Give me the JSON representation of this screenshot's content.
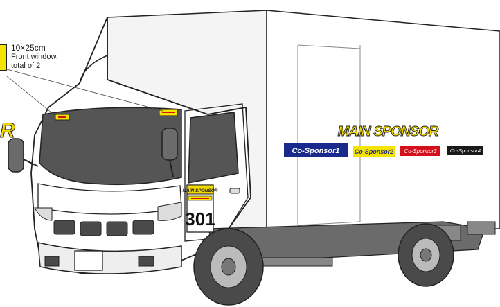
{
  "callout": {
    "size": "10×25cm",
    "line1": "Front window,",
    "line2": "total of 2"
  },
  "box_side": {
    "main_sponsor": "MAIN SPONSOR",
    "co_sponsors": [
      "Co-Sponsor1",
      "Co-Sponsor2",
      "Co-Sponsor3",
      "Co-Sponsor4"
    ]
  },
  "door_panel": {
    "header": "MAIN SPONSOR",
    "race_number": "301"
  },
  "left_partial_logo": "R",
  "colors": {
    "main_sponsor_fill": "#f2d800",
    "co_sponsor_1": "#1a2a8c",
    "co_sponsor_2": "#f5e300",
    "co_sponsor_3": "#d4101c",
    "co_sponsor_4": "#1a1a1a",
    "truck_body": "#ffffff",
    "glass": "#555555",
    "tire": "#4a4a4a"
  }
}
